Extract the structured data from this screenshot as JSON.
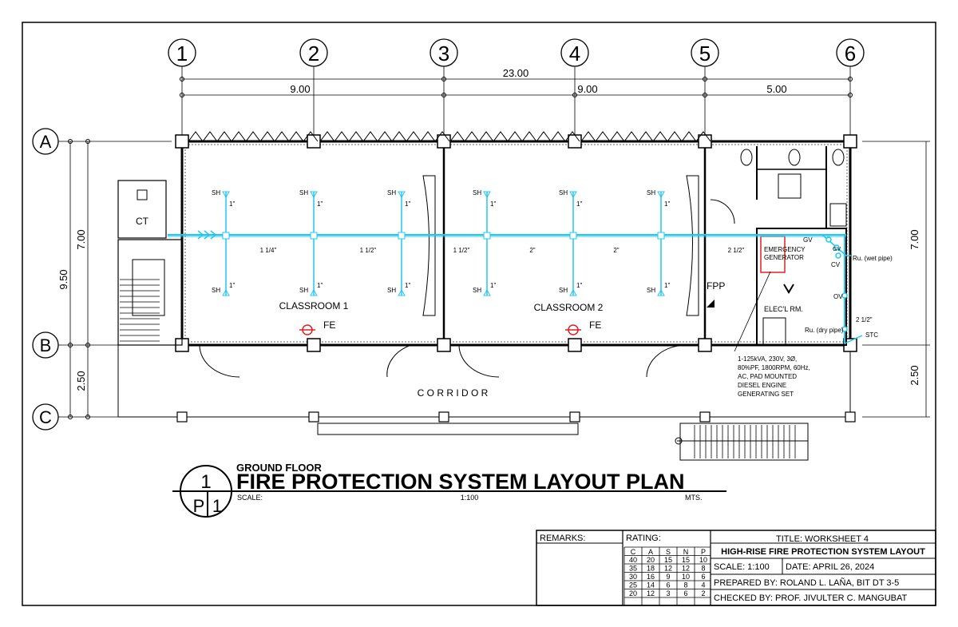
{
  "colors": {
    "pipe": "#1ec8f0",
    "generator": "#e02020",
    "fe": "#e02020",
    "ink": "#000000"
  },
  "grid": {
    "columns": [
      "1",
      "2",
      "3",
      "4",
      "5",
      "6"
    ],
    "rows": [
      "A",
      "B",
      "C"
    ],
    "top_dims": {
      "overall": "23.00",
      "bay_1": "9.00",
      "bay_2": "9.00",
      "bay_3": "5.00"
    },
    "left_dims": {
      "overall": "9.50",
      "ab": "7.00",
      "bc": "2.50"
    },
    "right_dims": {
      "ab": "7.00",
      "bc": "2.50"
    }
  },
  "rooms": {
    "classroom1": "CLASSROOM 1",
    "classroom2": "CLASSROOM 2",
    "corridor": "C O R R I D O R",
    "ct": "CT",
    "elec_room": "ELEC'L RM.",
    "generator_line1": "EMERGENCY",
    "generator_line2": "GENERATOR"
  },
  "fire_protection": {
    "sprinkler_label": "SH",
    "sprinkler_size": "1\"",
    "pipe_sizes": [
      "1 1/4\"",
      "1 1/2\"",
      "1 1/2\"",
      "2\"",
      "2\"",
      "2 1/2\""
    ],
    "fe_label": "FE",
    "fpp_label": "FPP",
    "gv_label": "GV",
    "cv_label": "CV",
    "ov_label": "OV",
    "riser_wet": "Ru. (wet pipe)",
    "riser_dry": "Ru. (dry pipe)",
    "riser_size": "2 1/2\"",
    "stc_label": "STC"
  },
  "generator_spec": [
    "1-125kVA, 230V, 3Ø,",
    "80%PF, 1800RPM, 60Hz,",
    "AC, PAD MOUNTED",
    "DIESEL ENGINE",
    "GENERATING SET"
  ],
  "drawing_title": {
    "number": "1",
    "sheet": "P",
    "sheet_num": "1",
    "floor": "GROUND FLOOR",
    "title": "FIRE PROTECTION SYSTEM LAYOUT PLAN",
    "scale_label": "SCALE:",
    "scale_value": "1:100",
    "units": "MTS."
  },
  "title_block": {
    "remarks_label": "REMARKS:",
    "rating_label": "RATING:",
    "rating_headers": [
      "C",
      "A",
      "S",
      "N",
      "P"
    ],
    "rating_rows": [
      [
        "40",
        "20",
        "15",
        "15",
        "10"
      ],
      [
        "35",
        "18",
        "12",
        "12",
        "8"
      ],
      [
        "30",
        "16",
        "9",
        "10",
        "6"
      ],
      [
        "25",
        "14",
        "6",
        "8",
        "4"
      ],
      [
        "20",
        "12",
        "3",
        "6",
        "2"
      ]
    ],
    "title_line": "TITLE: WORKSHEET 4",
    "subtitle": "HIGH-RISE FIRE PROTECTION SYSTEM LAYOUT",
    "scale": "SCALE: 1:100",
    "date": "DATE: APRIL 26, 2024",
    "prepared_by": "PREPARED BY: ROLAND L. LAÑA, BIT DT 3-5",
    "checked_by": "CHECKED BY: PROF. JIVULTER C. MANGUBAT"
  }
}
